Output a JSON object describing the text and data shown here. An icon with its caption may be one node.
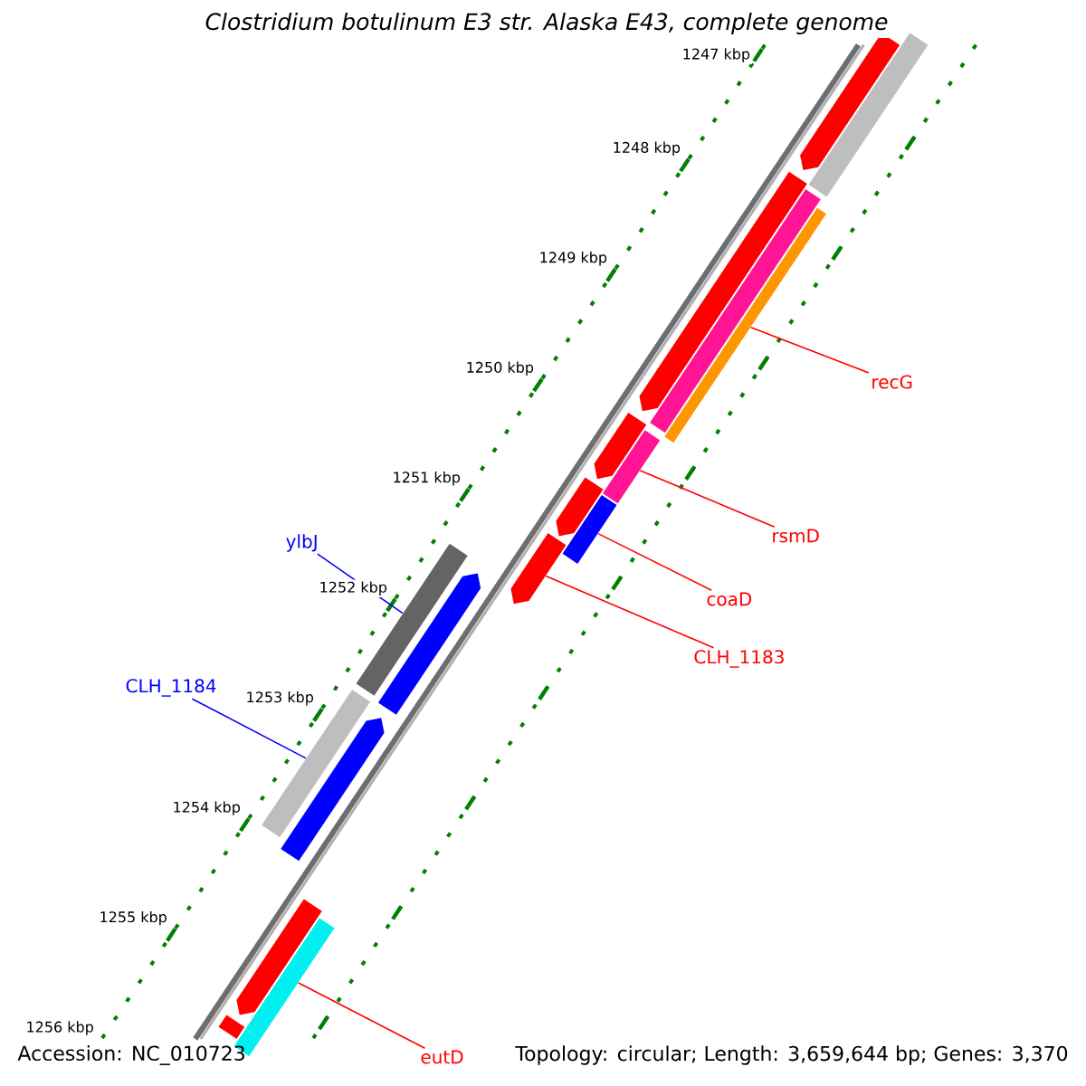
{
  "diagram": {
    "title": "Clostridium botulinum E3 str. Alaska E43, complete genome",
    "nodes": [
      {
        "text": [
          "recG"
        ]
      },
      {
        "text": [],
        "shape": "bar"
      },
      {
        "text": [
          "rsmD"
        ]
      },
      {
        "text": [],
        "shape": "bar"
      },
      {
        "text": [
          "ylbJ"
        ]
      },
      {
        "text": [],
        "shape": "bar"
      },
      {
        "text": [
          "coaD"
        ]
      },
      {
        "text": [],
        "shape": "bar"
      },
      {
        "text": [
          "CLH_1183"
        ]
      },
      {
        "text": [],
        "shape": "arrow"
      },
      {
        "text": [
          "CLH_1184"
        ]
      },
      {
        "text": [],
        "shape": "bar"
      },
      {
        "text": [
          "eutD"
        ]
      },
      {
        "text": [],
        "shape": "bar"
      },
      {
        "text": [],
        "shape": "arrow"
      },
      {
        "text": [],
        "shape": "bar"
      },
      {
        "text": [],
        "shape": "arrow"
      },
      {
        "text": [],
        "shape": "bar"
      },
      {
        "text": [],
        "shape": "arrow"
      },
      {
        "text": [],
        "shape": "arrow"
      },
      {
        "text": [],
        "shape": "arrow"
      },
      {
        "text": [],
        "shape": "arrow"
      },
      {
        "text": [],
        "shape": "arrow"
      },
      {
        "text": [],
        "shape": "bar"
      },
      {
        "text": [],
        "shape": "bar"
      }
    ],
    "edges": [
      {
        "from": 0,
        "to": 1,
        "arrow": "none"
      },
      {
        "from": 2,
        "to": 3,
        "arrow": "none"
      },
      {
        "from": 4,
        "to": 5,
        "arrow": "none",
        "color": "#0000ff"
      },
      {
        "from": 6,
        "to": 7,
        "arrow": "none"
      },
      {
        "from": 8,
        "to": 9,
        "arrow": "none"
      },
      {
        "from": 10,
        "to": 11,
        "arrow": "none",
        "color": "#0000ff"
      },
      {
        "from": 12,
        "to": 13,
        "arrow": "none"
      }
    ],
    "labels": [
      "1247 kbp",
      "1248 kbp",
      "1249 kbp",
      "1250 kbp",
      "1251 kbp",
      "1252 kbp",
      "1253 kbp",
      "1254 kbp",
      "1255 kbp",
      "1256 kbp",
      "Accession: NC_010723",
      "Topology: circular; Length: 3,659,644 bp; Genes: 3,370"
    ]
  }
}
